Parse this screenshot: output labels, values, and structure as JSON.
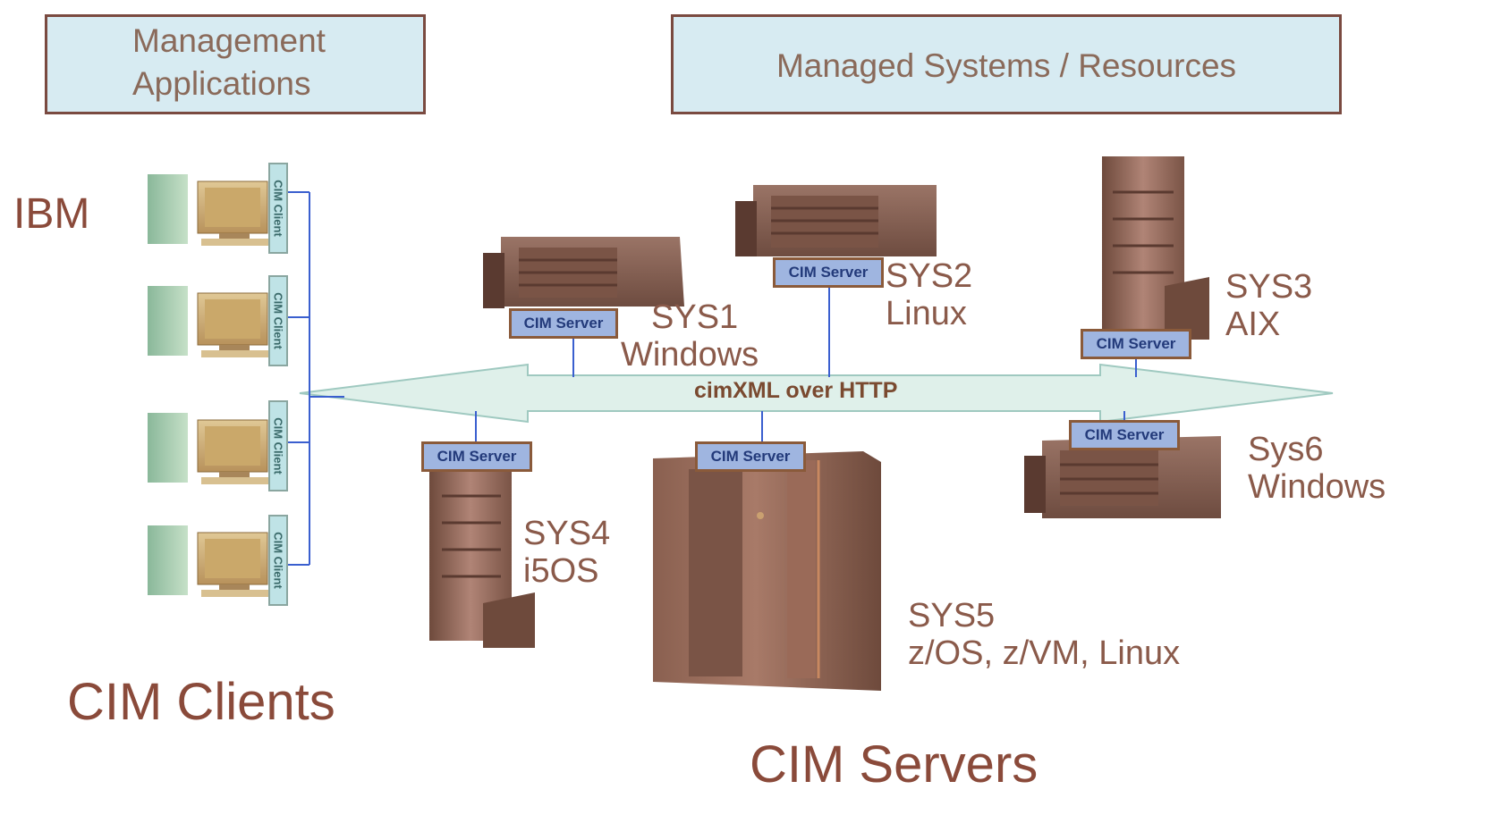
{
  "header": {
    "left_box": [
      "Management",
      "Applications"
    ],
    "right_box": "Managed Systems / Resources"
  },
  "vendor": "IBM",
  "protocol_label": "cimXML over HTTP",
  "client_tag": "CIM Client",
  "server_tag": "CIM Server",
  "clients_title": "CIM Clients",
  "servers_title": "CIM Servers",
  "systems": [
    {
      "name": "SYS1",
      "os": "Windows"
    },
    {
      "name": "SYS2",
      "os": "Linux"
    },
    {
      "name": "SYS3",
      "os": "AIX"
    },
    {
      "name": "SYS4",
      "os": "i5OS"
    },
    {
      "name": "SYS5",
      "os": "z/OS, z/VM, Linux"
    },
    {
      "name": "Sys6",
      "os": "Windows"
    }
  ],
  "colors": {
    "header_fill": "#d7ebf2",
    "arrow_fill": "#dff0ea",
    "server_tag_fill": "#9fb5e0",
    "client_tag_fill": "#bfe3e6",
    "text": "#8a5a4a",
    "connector": "#3a5fcf"
  }
}
